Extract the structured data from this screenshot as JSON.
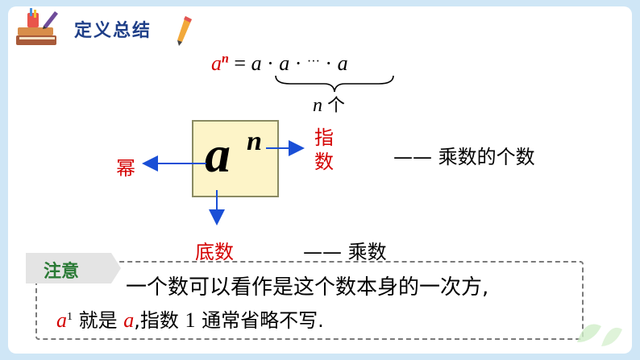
{
  "header": {
    "title": "定义总结"
  },
  "formula": {
    "base": "a",
    "exponent": "n",
    "equals": "=",
    "rhs_terms": [
      "a",
      "·",
      "a",
      "·",
      "···",
      "·",
      "a"
    ],
    "brace_count_var": "n",
    "brace_count_unit": "个"
  },
  "diagram": {
    "base": "a",
    "exponent": "n",
    "left_label": "幂",
    "right_label": "指数",
    "right_desc": "—— 乘数的个数",
    "bottom_label": "底数",
    "bottom_desc": "—— 乘数"
  },
  "note": {
    "tab": "注意",
    "line1": "一个数可以看作是这个数本身的一次方,",
    "line2_base": "a",
    "line2_sup": "1",
    "line2_text1": " 就是 ",
    "line2_var": "a",
    "line2_text2": ",指数 ",
    "line2_num": "1",
    "line2_text3": " 通常省略不写."
  },
  "colors": {
    "title": "#1f3f88",
    "accent_red": "#d40000",
    "arrow_blue": "#1a4fd6",
    "box_fill": "#fdf4c8",
    "note_green": "#2a7a35"
  }
}
